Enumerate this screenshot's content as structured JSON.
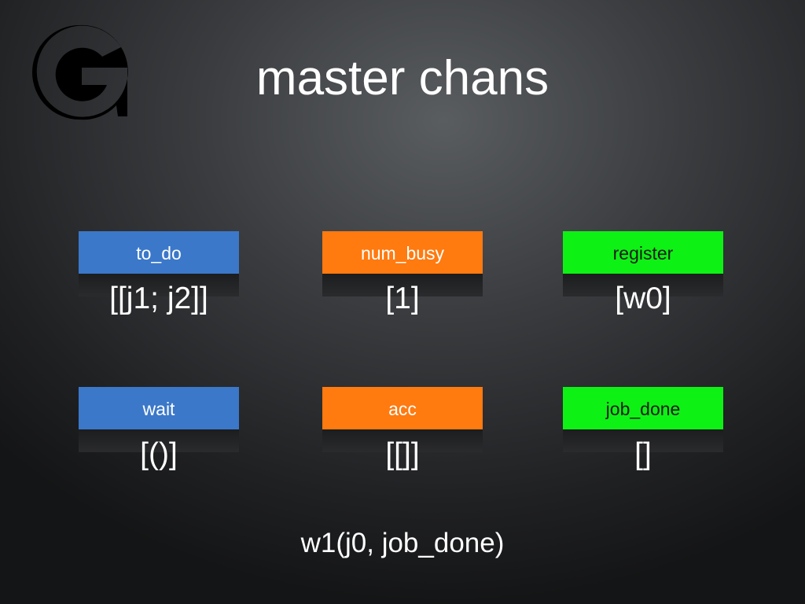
{
  "slide": {
    "title": "master chans",
    "logo_icon": "g-logo-icon",
    "call": "w1(j0, job_done)"
  },
  "colors": {
    "blue": "#3b78c9",
    "orange": "#ff7a0f",
    "green": "#0ef114"
  },
  "channels": [
    {
      "name": "to_do",
      "value": "[[j1; j2]]",
      "color": "blue"
    },
    {
      "name": "num_busy",
      "value": "[1]",
      "color": "orange"
    },
    {
      "name": "register",
      "value": "[w0]",
      "color": "green"
    },
    {
      "name": "wait",
      "value": "[()]",
      "color": "blue"
    },
    {
      "name": "acc",
      "value": "[[]]",
      "color": "orange"
    },
    {
      "name": "job_done",
      "value": "[]",
      "color": "green"
    }
  ]
}
